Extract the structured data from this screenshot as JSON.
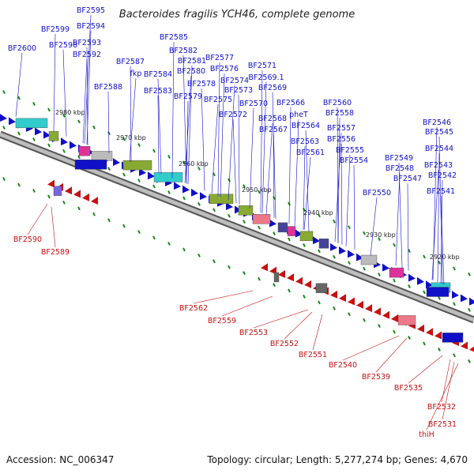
{
  "title": "Bacteroides fragilis YCH46, complete genome",
  "footer": {
    "accession": "Accession: NC_006347",
    "summary": "Topology: circular; Length: 5,277,274 bp; Genes: 4,670"
  },
  "colors": {
    "forward": "#1010c8",
    "reverse": "#c81010",
    "backbone": "#8a8a8a",
    "tick": "#1a8a1a"
  },
  "scale_labels": [
    "2980 kbp",
    "2970 kbp",
    "2960 kbp",
    "2950 kbp",
    "2940 kbp",
    "2930 kbp",
    "2920 kbp"
  ],
  "forward_genes": [
    "BF2595",
    "BF2594",
    "BF2599",
    "BF2593",
    "BF2598",
    "BF2600",
    "BF2592",
    "BF2585",
    "BF2587",
    "BF2582",
    "fkp",
    "BF2581",
    "BF2577",
    "BF2588",
    "BF2584",
    "BF2580",
    "BF2576",
    "BF2571",
    "BF2583",
    "BF2578",
    "BF2574",
    "BF2569.1",
    "BF2579",
    "BF2573",
    "BF2569",
    "BF2575",
    "BF2570",
    "BF2566",
    "BF2560",
    "BF2572",
    "BF2568",
    "pheT",
    "BF2558",
    "BF2567",
    "BF2564",
    "BF2557",
    "BF2546",
    "BF2563",
    "BF2556",
    "BF2545",
    "BF2561",
    "BF2555",
    "BF2544",
    "BF2554",
    "BF2549",
    "BF2543",
    "BF2548",
    "BF2542",
    "BF2547",
    "BF2541",
    "BF2550"
  ],
  "reverse_genes": [
    "BF2590",
    "BF2589",
    "BF2562",
    "BF2559",
    "BF2553",
    "BF2552",
    "BF2551",
    "BF2540",
    "BF2539",
    "BF2535",
    "BF2532",
    "BF2531",
    "thiH"
  ]
}
